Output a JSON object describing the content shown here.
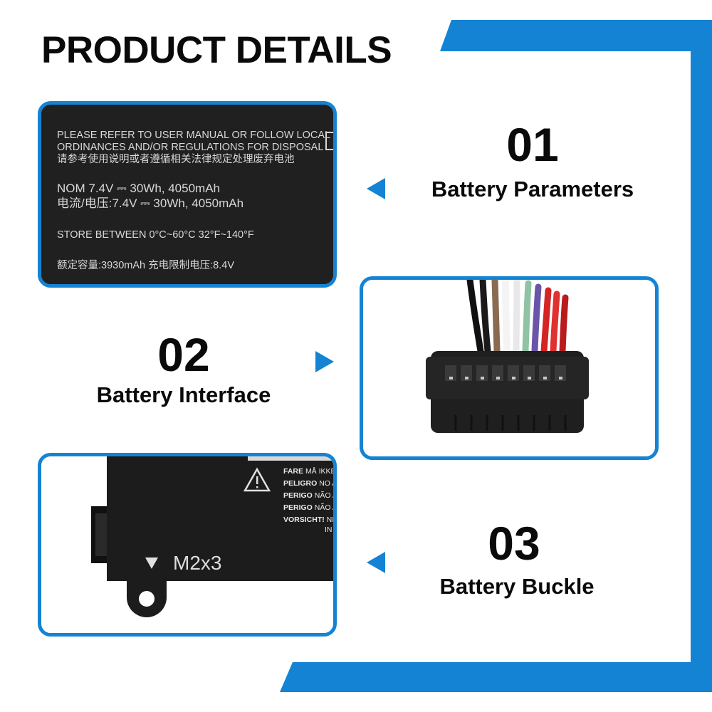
{
  "title": "PRODUCT DETAILS",
  "accent_color": "#1583d3",
  "sections": [
    {
      "number": "01",
      "caption": "Battery Parameters",
      "arrow": "left"
    },
    {
      "number": "02",
      "caption": "Battery Interface",
      "arrow": "right"
    },
    {
      "number": "03",
      "caption": "Battery Buckle",
      "arrow": "left"
    }
  ],
  "battery_label": {
    "line1": "PLEASE REFER TO USER MANUAL OR FOLLOW LOCAL",
    "line2": "ORDINANCES AND/OR REGULATIONS FOR DISPOSAL",
    "line3": "请参考使用说明或者遵循相关法律规定处理废弃电池",
    "nom_en": "NOM 7.4V ⎓ 30Wh, 4050mAh",
    "nom_cn": "电流/电压:7.4V ⎓ 30Wh, 4050mAh",
    "store": "STORE BETWEEN 0°C~60°C  32°F~140°F",
    "rated": "额定容量:3930mAh   充电限制电压:8.4V"
  },
  "buckle_label": {
    "warnings": [
      {
        "word": "FARE",
        "rest": "MÅ IKKE"
      },
      {
        "word": "PELIGRO",
        "rest": "NO A"
      },
      {
        "word": "PERIGO",
        "rest": "NÃO A"
      },
      {
        "word": "PERIGO",
        "rest": "NÃO A"
      },
      {
        "word": "VORSICHT!",
        "rest": "NIC"
      }
    ],
    "extra": "IN",
    "screw": "M2x3"
  }
}
